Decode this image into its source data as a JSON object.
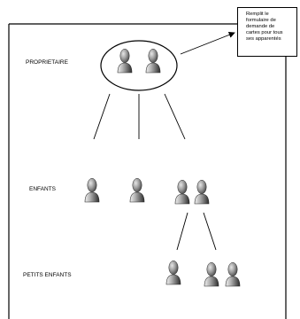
{
  "labels": {
    "owner": "PROPRIETAIRE",
    "children": "ENFANTS",
    "grandchildren": "PETITS ENFANTS"
  },
  "note": {
    "lines": [
      "Remplit le",
      "formulaire de",
      "demande de",
      "cartes pour tous",
      "ses apparentés"
    ]
  },
  "icons": {
    "person": "person-icon"
  },
  "colors": {
    "line": "#000000",
    "person_dark": "#4a4a4a",
    "person_light": "#d8d8d8"
  }
}
